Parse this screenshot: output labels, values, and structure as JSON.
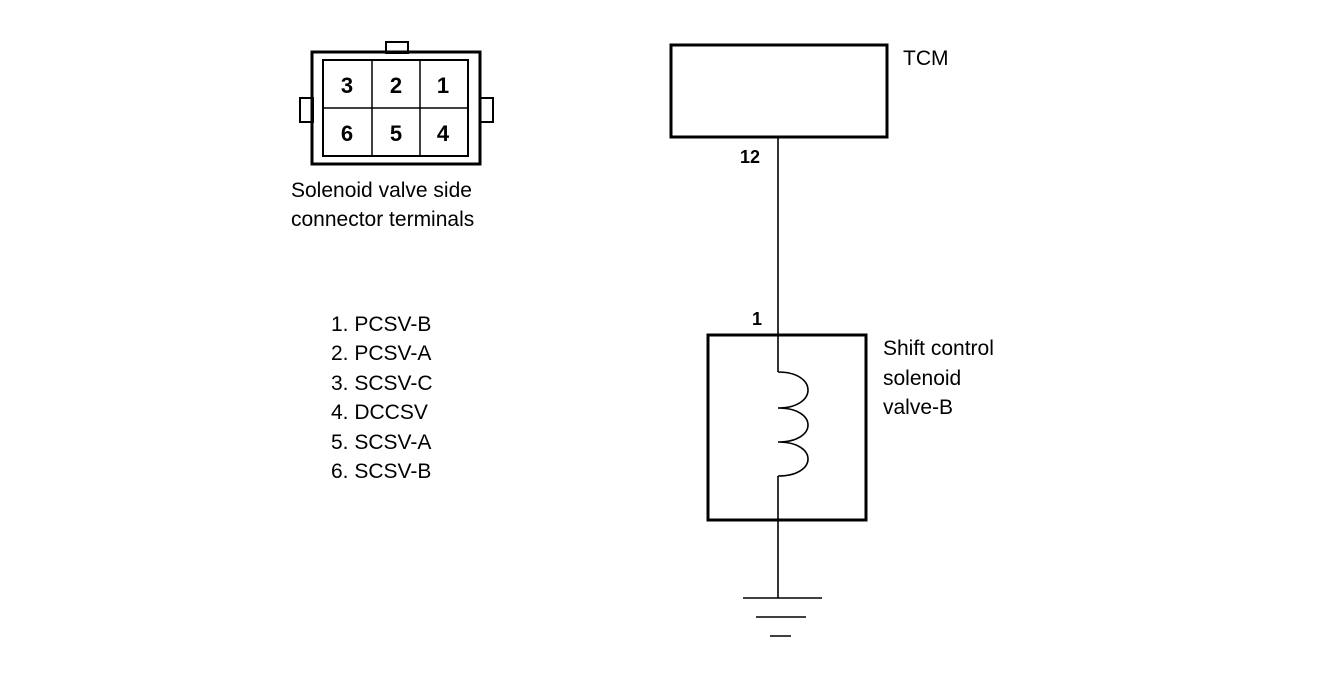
{
  "connector": {
    "terminals_top": [
      "3",
      "2",
      "1"
    ],
    "terminals_bottom": [
      "6",
      "5",
      "4"
    ],
    "caption_line1": "Solenoid valve side",
    "caption_line2": "connector terminals"
  },
  "legend": [
    "1. PCSV-B",
    "2. PCSV-A",
    "3. SCSV-C",
    "4. DCCSV",
    "5. SCSV-A",
    "6. SCSV-B"
  ],
  "tcm": {
    "label": "TCM",
    "pin": "12"
  },
  "solenoid": {
    "pin": "1",
    "label_line1": "Shift control",
    "label_line2": "solenoid",
    "label_line3": "valve-B"
  }
}
